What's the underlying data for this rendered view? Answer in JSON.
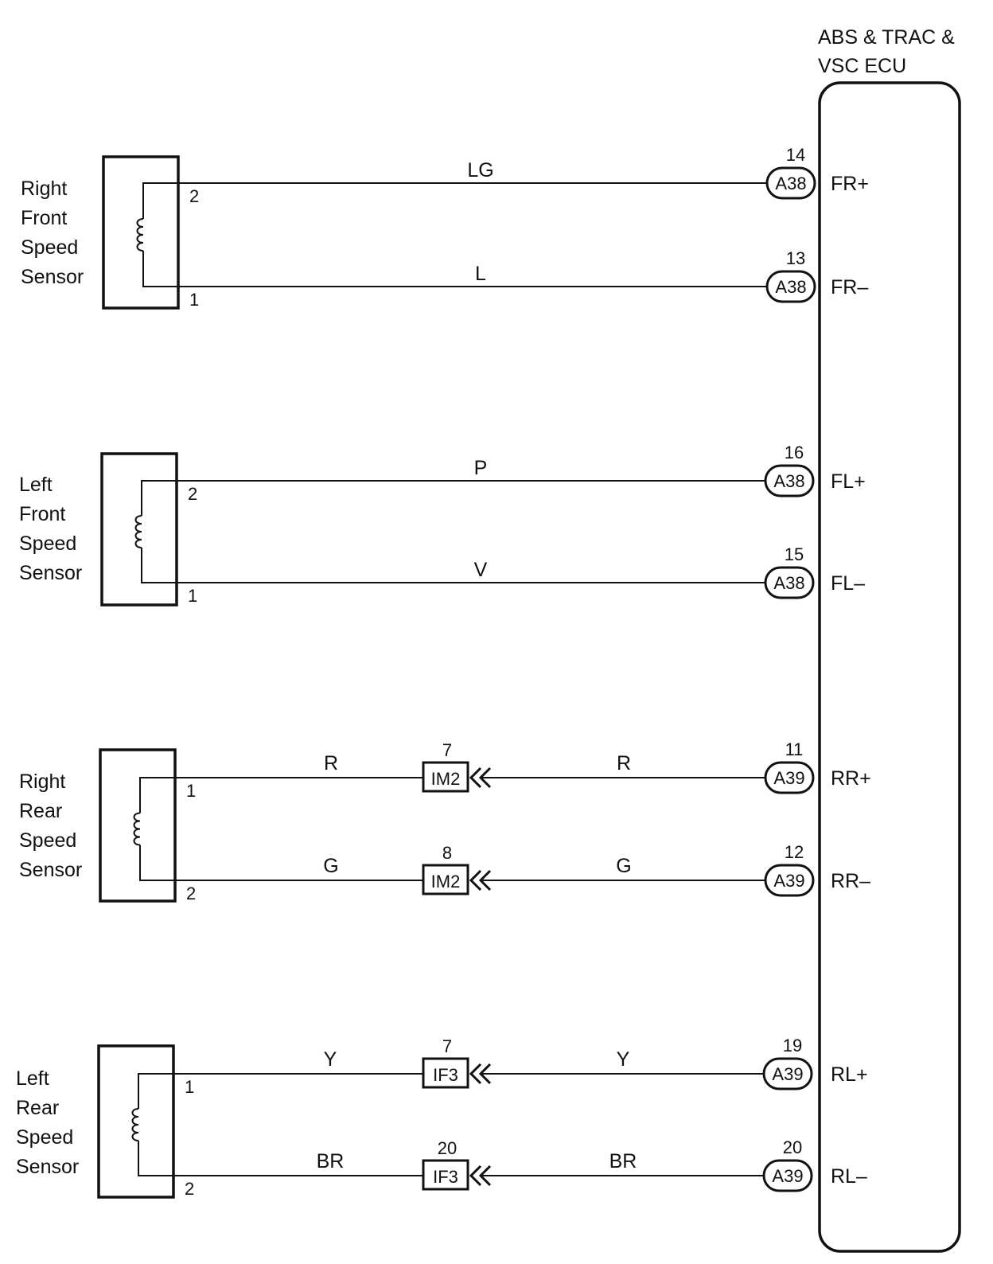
{
  "ecu": {
    "title_line1": "ABS & TRAC &",
    "title_line2": "VSC ECU"
  },
  "sensors": [
    {
      "label_lines": [
        "Right",
        "Front",
        "Speed",
        "Sensor"
      ],
      "wires": [
        {
          "sensor_pin": "2",
          "color": "LG",
          "ecu_connector": "A38",
          "ecu_pin": "14",
          "terminal": "FR+"
        },
        {
          "sensor_pin": "1",
          "color": "L",
          "ecu_connector": "A38",
          "ecu_pin": "13",
          "terminal": "FR–"
        }
      ]
    },
    {
      "label_lines": [
        "Left",
        "Front",
        "Speed",
        "Sensor"
      ],
      "wires": [
        {
          "sensor_pin": "2",
          "color": "P",
          "ecu_connector": "A38",
          "ecu_pin": "16",
          "terminal": "FL+"
        },
        {
          "sensor_pin": "1",
          "color": "V",
          "ecu_connector": "A38",
          "ecu_pin": "15",
          "terminal": "FL–"
        }
      ]
    },
    {
      "label_lines": [
        "Right",
        "Rear",
        "Speed",
        "Sensor"
      ],
      "wires": [
        {
          "sensor_pin": "1",
          "color": "R",
          "inline_connector": "IM2",
          "inline_pin": "7",
          "color_ecu_side": "R",
          "ecu_connector": "A39",
          "ecu_pin": "11",
          "terminal": "RR+"
        },
        {
          "sensor_pin": "2",
          "color": "G",
          "inline_connector": "IM2",
          "inline_pin": "8",
          "color_ecu_side": "G",
          "ecu_connector": "A39",
          "ecu_pin": "12",
          "terminal": "RR–"
        }
      ]
    },
    {
      "label_lines": [
        "Left",
        "Rear",
        "Speed",
        "Sensor"
      ],
      "wires": [
        {
          "sensor_pin": "1",
          "color": "Y",
          "inline_connector": "IF3",
          "inline_pin": "7",
          "color_ecu_side": "Y",
          "ecu_connector": "A39",
          "ecu_pin": "19",
          "terminal": "RL+"
        },
        {
          "sensor_pin": "2",
          "color": "BR",
          "inline_connector": "IF3",
          "inline_pin": "20",
          "color_ecu_side": "BR",
          "ecu_connector": "A39",
          "ecu_pin": "20",
          "terminal": "RL–"
        }
      ]
    }
  ]
}
